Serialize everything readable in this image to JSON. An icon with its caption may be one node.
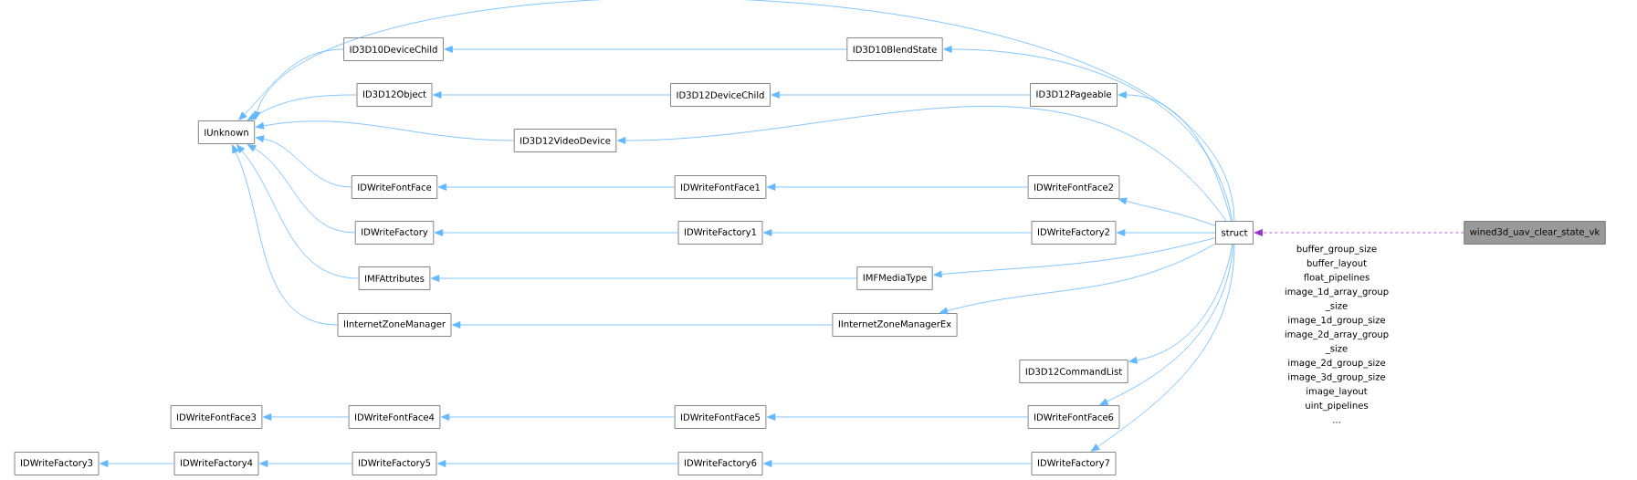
{
  "diagram": {
    "nodes": [
      {
        "text": [
          "IUnknown"
        ]
      },
      {
        "text": [
          "ID3D10DeviceChild"
        ]
      },
      {
        "text": [
          "ID3D12Object"
        ]
      },
      {
        "text": [
          "ID3D12VideoDevice"
        ]
      },
      {
        "text": [
          "IDWriteFontFace"
        ]
      },
      {
        "text": [
          "IDWriteFactory"
        ]
      },
      {
        "text": [
          "IMFAttributes"
        ]
      },
      {
        "text": [
          "IInternetZoneManager"
        ]
      },
      {
        "text": [
          "ID3D10BlendState"
        ]
      },
      {
        "text": [
          "ID3D12DeviceChild"
        ]
      },
      {
        "text": [
          "ID3D12Pageable"
        ]
      },
      {
        "text": [
          "IDWriteFontFace1"
        ]
      },
      {
        "text": [
          "IDWriteFontFace2"
        ]
      },
      {
        "text": [
          "IDWriteFactory1"
        ]
      },
      {
        "text": [
          "IDWriteFactory2"
        ]
      },
      {
        "text": [
          "IMFMediaType"
        ]
      },
      {
        "text": [
          "IInternetZoneManagerEx"
        ]
      },
      {
        "text": [
          "ID3D12CommandList"
        ]
      },
      {
        "text": [
          "struct"
        ]
      },
      {
        "text": [
          "wined3d_uav_clear_state_vk"
        ]
      },
      {
        "text": [
          "IDWriteFontFace3"
        ]
      },
      {
        "text": [
          "IDWriteFontFace4"
        ]
      },
      {
        "text": [
          "IDWriteFontFace5"
        ]
      },
      {
        "text": [
          "IDWriteFontFace6"
        ]
      },
      {
        "text": [
          "IDWriteFactory3"
        ]
      },
      {
        "text": [
          "IDWriteFactory4"
        ]
      },
      {
        "text": [
          "IDWriteFactory5"
        ]
      },
      {
        "text": [
          "IDWriteFactory6"
        ]
      },
      {
        "text": [
          "IDWriteFactory7"
        ]
      }
    ],
    "edges": [
      {
        "from": 18,
        "to": 0,
        "arrow": "to"
      },
      {
        "from": 18,
        "to": 8,
        "arrow": "to"
      },
      {
        "from": 18,
        "to": 10,
        "arrow": "to"
      },
      {
        "from": 18,
        "to": 3,
        "arrow": "to"
      },
      {
        "from": 18,
        "to": 12,
        "arrow": "to"
      },
      {
        "from": 18,
        "to": 14,
        "arrow": "to"
      },
      {
        "from": 18,
        "to": 15,
        "arrow": "to"
      },
      {
        "from": 18,
        "to": 16,
        "arrow": "to"
      },
      {
        "from": 18,
        "to": 17,
        "arrow": "to"
      },
      {
        "from": 18,
        "to": 23,
        "arrow": "to"
      },
      {
        "from": 18,
        "to": 28,
        "arrow": "to"
      },
      {
        "from": 1,
        "to": 0,
        "arrow": "to"
      },
      {
        "from": 2,
        "to": 0,
        "arrow": "to"
      },
      {
        "from": 3,
        "to": 0,
        "arrow": "to"
      },
      {
        "from": 4,
        "to": 0,
        "arrow": "to"
      },
      {
        "from": 5,
        "to": 0,
        "arrow": "to"
      },
      {
        "from": 6,
        "to": 0,
        "arrow": "to"
      },
      {
        "from": 7,
        "to": 0,
        "arrow": "to"
      },
      {
        "from": 8,
        "to": 1,
        "arrow": "to"
      },
      {
        "from": 9,
        "to": 2,
        "arrow": "to"
      },
      {
        "from": 10,
        "to": 9,
        "arrow": "to"
      },
      {
        "from": 11,
        "to": 4,
        "arrow": "to"
      },
      {
        "from": 12,
        "to": 11,
        "arrow": "to"
      },
      {
        "from": 13,
        "to": 5,
        "arrow": "to"
      },
      {
        "from": 14,
        "to": 13,
        "arrow": "to"
      },
      {
        "from": 15,
        "to": 6,
        "arrow": "to"
      },
      {
        "from": 16,
        "to": 7,
        "arrow": "to"
      },
      {
        "from": 21,
        "to": 20,
        "arrow": "to"
      },
      {
        "from": 22,
        "to": 21,
        "arrow": "to"
      },
      {
        "from": 23,
        "to": 22,
        "arrow": "to"
      },
      {
        "from": 25,
        "to": 24,
        "arrow": "to"
      },
      {
        "from": 26,
        "to": 25,
        "arrow": "to"
      },
      {
        "from": 27,
        "to": 26,
        "arrow": "to"
      },
      {
        "from": 28,
        "to": 27,
        "arrow": "to"
      },
      {
        "from": 19,
        "to": 18,
        "arrow": "to",
        "style": "dashed",
        "color": "#9a32cd",
        "label": "buffer_group_size buffer_layout float_pipelines image_1d_array_group _size image_1d_group_size image_2d_array_group _size image_2d_group_size image_3d_group_size image_layout uint_pipelines ..."
      }
    ]
  }
}
